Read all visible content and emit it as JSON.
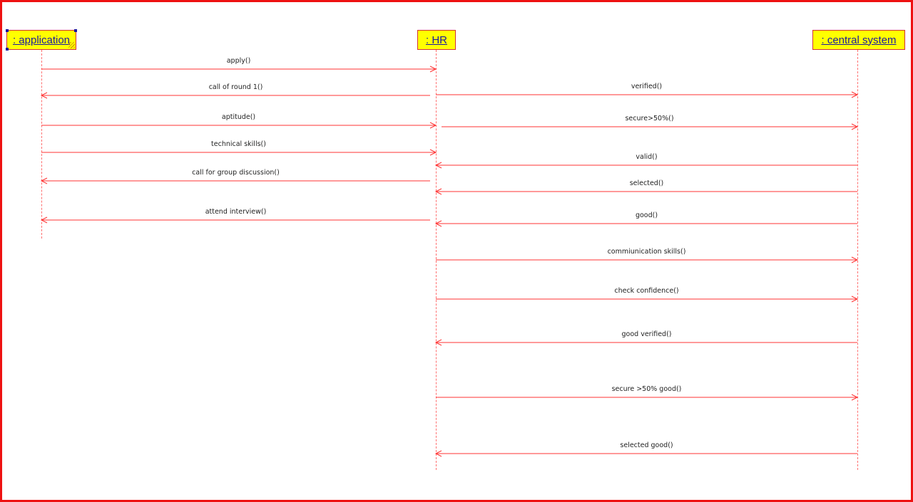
{
  "diagram": {
    "type": "uml-sequence",
    "colors": {
      "frame": "#ee1111",
      "line": "#ff3333",
      "box_fill": "#ffff00",
      "box_text": "#1a1aa0"
    },
    "lifelines": [
      {
        "id": "application",
        "label": ": application"
      },
      {
        "id": "hr",
        "label": ": HR"
      },
      {
        "id": "central",
        "label": ": central system"
      }
    ],
    "messages": [
      {
        "label": "apply()",
        "from": "application",
        "to": "hr"
      },
      {
        "label": "call of round 1()",
        "from": "hr",
        "to": "application"
      },
      {
        "label": "verified()",
        "from": "hr",
        "to": "central"
      },
      {
        "label": "aptitude()",
        "from": "application",
        "to": "hr"
      },
      {
        "label": "secure>50%()",
        "from": "hr",
        "to": "central"
      },
      {
        "label": "technical skills()",
        "from": "application",
        "to": "hr"
      },
      {
        "label": "valid()",
        "from": "central",
        "to": "hr"
      },
      {
        "label": "call for group discussion()",
        "from": "hr",
        "to": "application"
      },
      {
        "label": "selected()",
        "from": "central",
        "to": "hr"
      },
      {
        "label": "attend interview()",
        "from": "hr",
        "to": "application"
      },
      {
        "label": "good()",
        "from": "central",
        "to": "hr"
      },
      {
        "label": "commiunication skills()",
        "from": "hr",
        "to": "central"
      },
      {
        "label": "check confidence()",
        "from": "hr",
        "to": "central"
      },
      {
        "label": "good verified()",
        "from": "central",
        "to": "hr"
      },
      {
        "label": "secure >50% good()",
        "from": "hr",
        "to": "central"
      },
      {
        "label": "selected good()",
        "from": "central",
        "to": "hr"
      }
    ]
  }
}
